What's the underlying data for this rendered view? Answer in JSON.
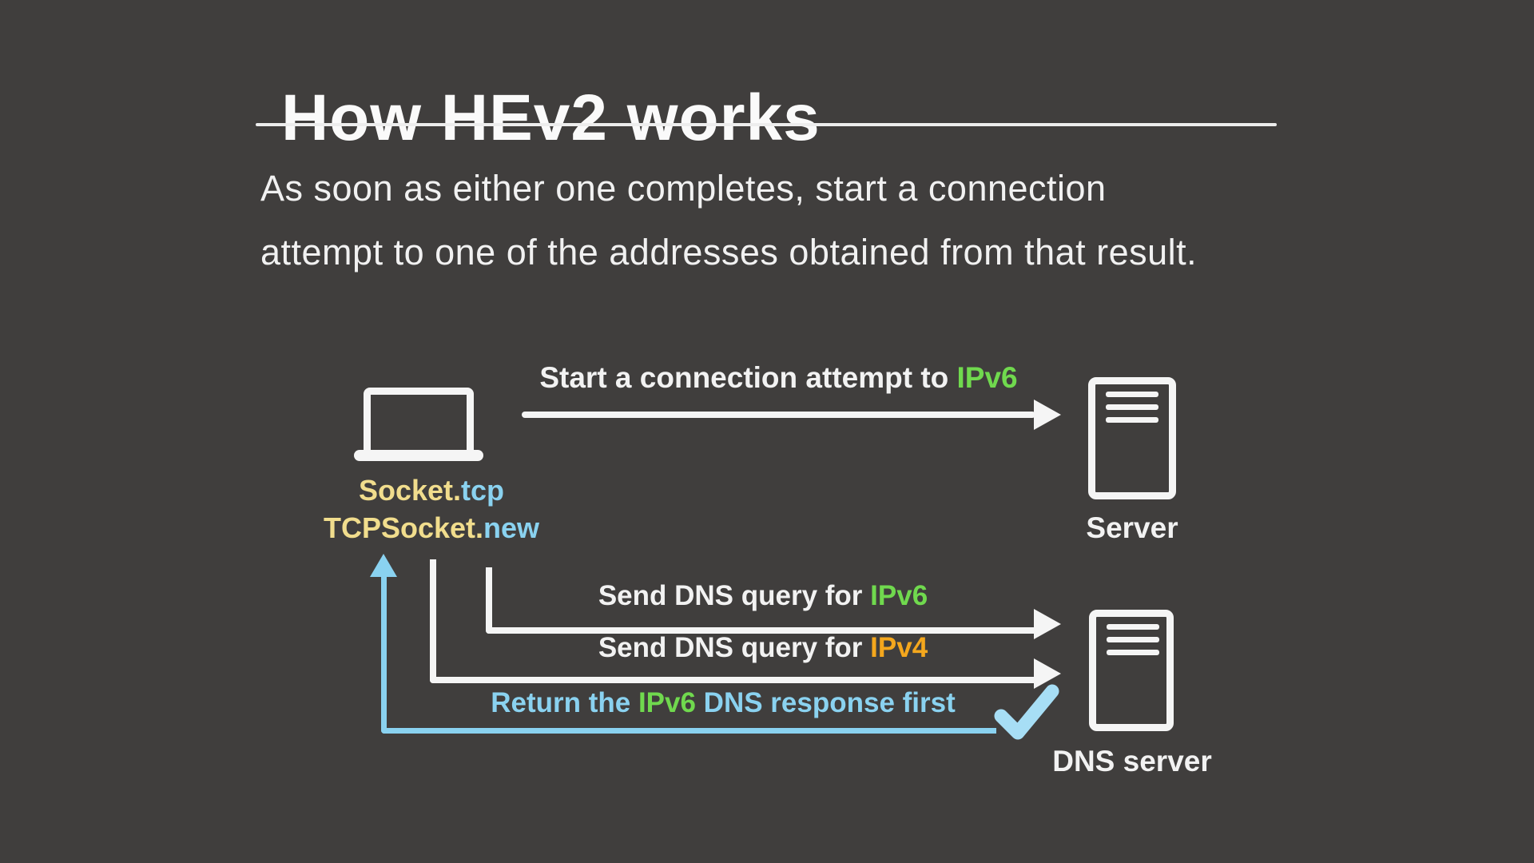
{
  "slide": {
    "title": "How HEv2 works",
    "intro_line1": "As soon as either one completes, start a connection",
    "intro_line2": "attempt to one of the addresses obtained from that result."
  },
  "diagram": {
    "client": {
      "label_line1": {
        "class_part": "Socket.",
        "method_part": "tcp"
      },
      "label_line2": {
        "class_part": "TCPSocket.",
        "method_part": "new"
      }
    },
    "server": {
      "label": "Server"
    },
    "dns_server": {
      "label": "DNS server"
    },
    "arrows": {
      "connection": {
        "text": "Start a connection attempt to ",
        "highlight": "IPv6"
      },
      "dns_query_ipv6": {
        "text": "Send DNS query for ",
        "highlight": "IPv6"
      },
      "dns_query_ipv4": {
        "text": "Send DNS query for ",
        "highlight": "IPv4"
      },
      "dns_response": {
        "text_before": "Return the ",
        "highlight": "IPv6",
        "text_after": " DNS response first"
      }
    },
    "icons": {
      "client": "laptop-icon",
      "server": "server-tower-icon",
      "dns_server": "server-tower-icon",
      "response_ok": "checkmark-icon"
    }
  },
  "colors": {
    "background": "#403e3d",
    "text_white": "#f2f2f2",
    "highlight_green": "#70d94e",
    "highlight_orange": "#f4a71d",
    "code_yellow": "#f1dd8d",
    "code_blue": "#8ad2f0",
    "return_blue": "#8ad2f0",
    "check_blue": "#a7def5"
  }
}
